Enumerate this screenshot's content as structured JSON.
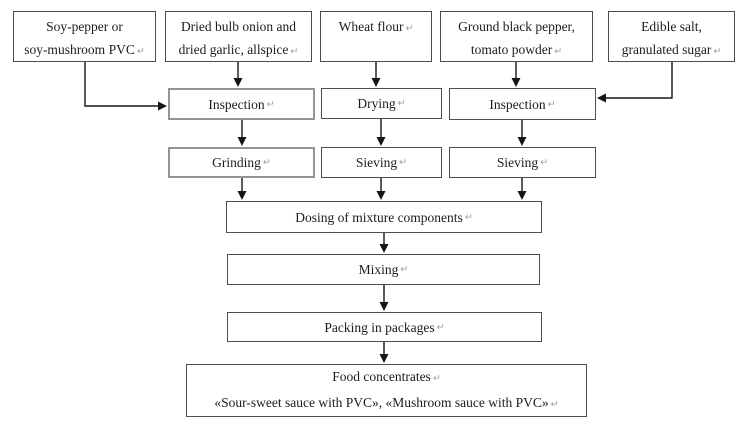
{
  "mark": "↵",
  "colors": {
    "text": "#1c1c1c",
    "box_border": "#4d4d4d",
    "box_border_gray": "#949494",
    "arrow": "#151515",
    "return_mark": "#8aa0b8",
    "background": "#ffffff"
  },
  "nodes": {
    "soy": {
      "l1": "Soy-pepper or",
      "l2": "soy-mushroom PVC"
    },
    "onion": {
      "l1": "Dried bulb onion and",
      "l2": "dried garlic, allspice"
    },
    "wheat": {
      "l1": "Wheat flour"
    },
    "pepper": {
      "l1": "Ground black pepper,",
      "l2": "tomato powder"
    },
    "salt": {
      "l1": "Edible salt,",
      "l2": "granulated sugar"
    },
    "inspection1": {
      "l1": "Inspection"
    },
    "drying": {
      "l1": "Drying"
    },
    "inspection2": {
      "l1": "Inspection"
    },
    "grinding": {
      "l1": "Grinding"
    },
    "sieving1": {
      "l1": "Sieving"
    },
    "sieving2": {
      "l1": "Sieving"
    },
    "dosing": {
      "l1": "Dosing of mixture components"
    },
    "mixing": {
      "l1": "Mixing"
    },
    "packing": {
      "l1": "Packing in packages"
    },
    "food": {
      "l1": "Food concentrates",
      "l2": "«Sour-sweet sauce with PVC», «Mushroom sauce with PVC»"
    }
  }
}
